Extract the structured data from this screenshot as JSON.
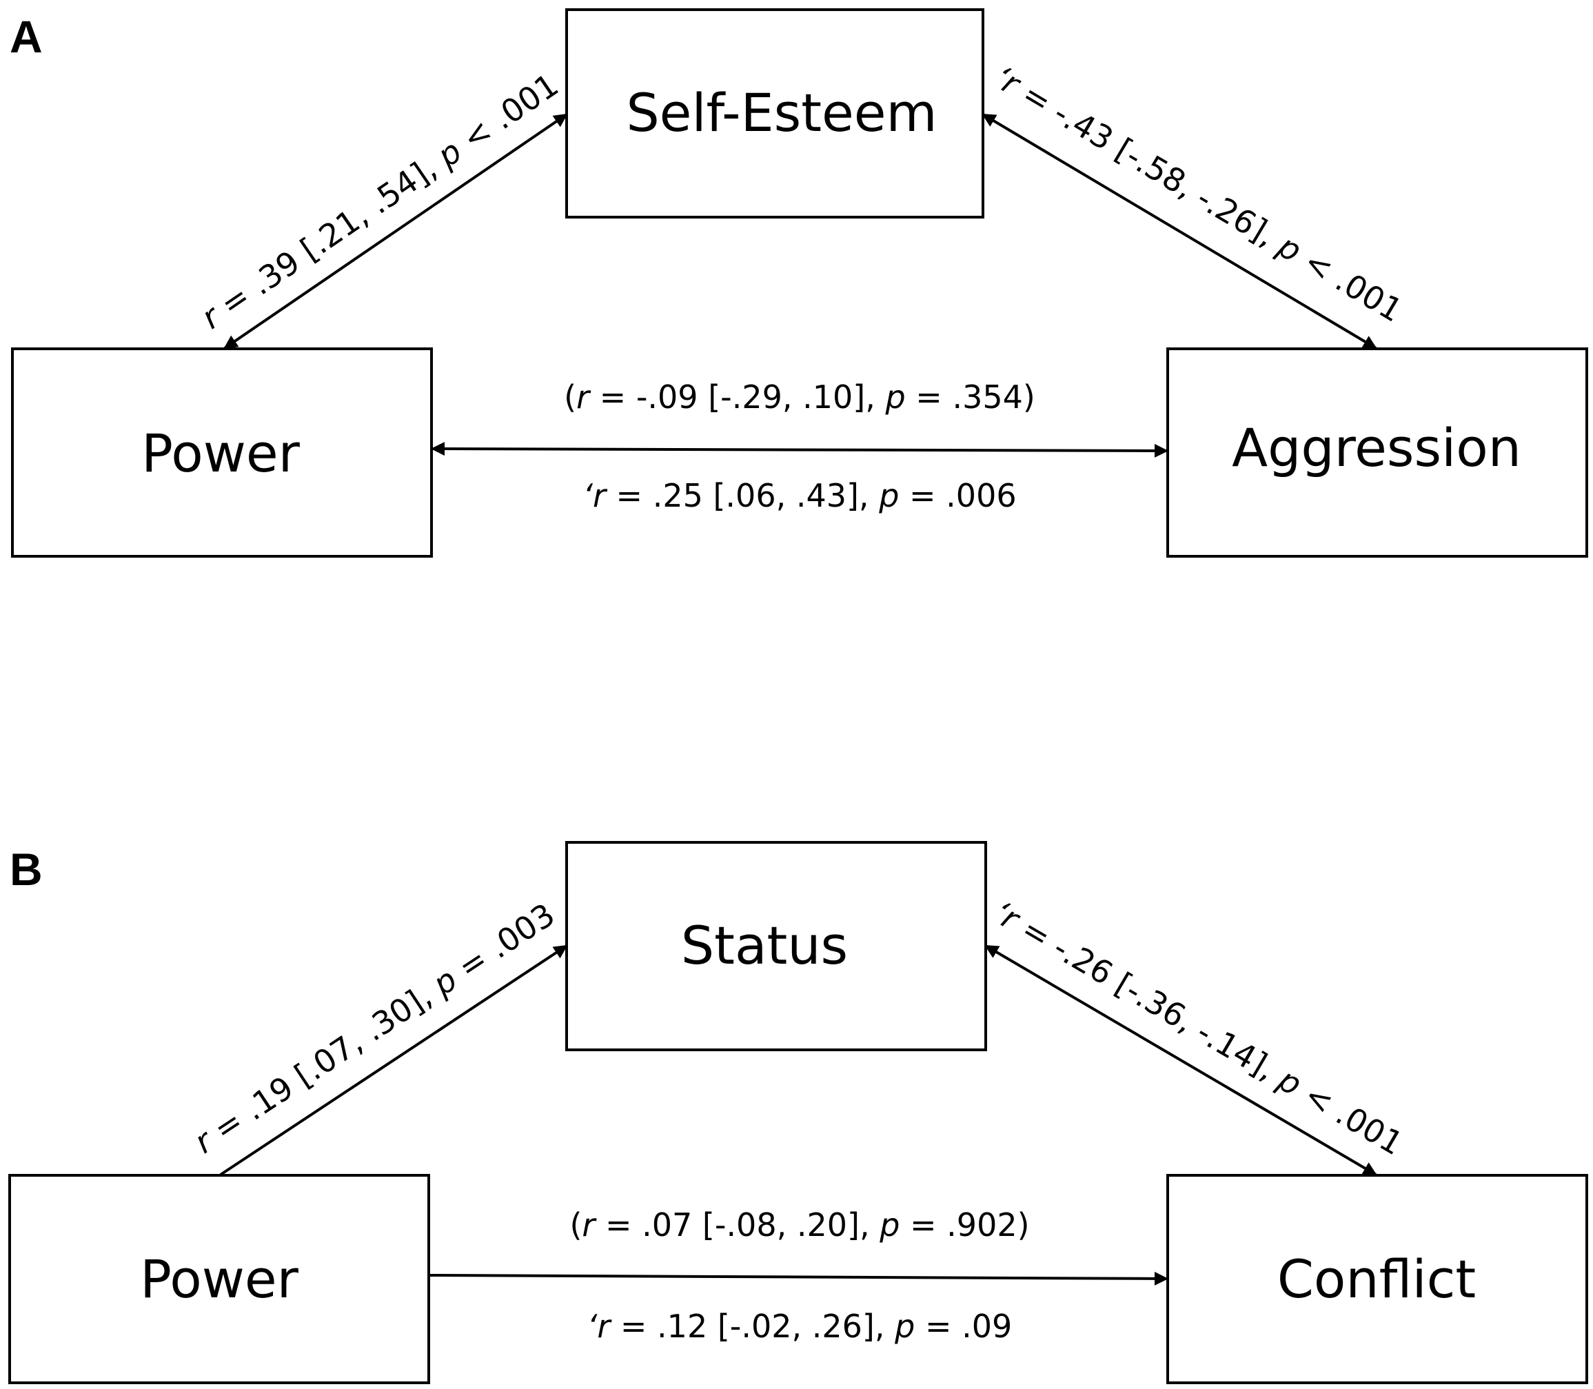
{
  "panels": [
    {
      "letter": "A",
      "nodes": {
        "top": "Self-Esteem",
        "left": "Power",
        "right": "Aggression"
      },
      "edges": {
        "left_top": {
          "label": [
            {
              "t": "r",
              "i": true
            },
            {
              "t": " = .39 [.21, .54], ",
              "i": false
            },
            {
              "t": "p",
              "i": true
            },
            {
              "t": " < .001",
              "i": false
            }
          ]
        },
        "top_right": {
          "label": [
            {
              "t": "‘r",
              "i": true
            },
            {
              "t": " = -.43 [-.58, -.26], ",
              "i": false
            },
            {
              "t": "p",
              "i": true
            },
            {
              "t": " < .001",
              "i": false
            }
          ]
        },
        "direct_upper": {
          "label": [
            {
              "t": "(",
              "i": false
            },
            {
              "t": "r",
              "i": true
            },
            {
              "t": " = -.09 [-.29, .10], ",
              "i": false
            },
            {
              "t": "p",
              "i": true
            },
            {
              "t": " = .354)",
              "i": false
            }
          ]
        },
        "direct_lower": {
          "label": [
            {
              "t": "‘r",
              "i": true
            },
            {
              "t": " = .25 [.06, .43], ",
              "i": false
            },
            {
              "t": "p",
              "i": true
            },
            {
              "t": " = .006",
              "i": false
            }
          ]
        }
      }
    },
    {
      "letter": "B",
      "nodes": {
        "top": "Status",
        "left": "Power",
        "right": "Conflict"
      },
      "edges": {
        "left_top": {
          "label": [
            {
              "t": "r",
              "i": true
            },
            {
              "t": " = .19 [.07, .30], ",
              "i": false
            },
            {
              "t": "p",
              "i": true
            },
            {
              "t": " = .003",
              "i": false
            }
          ]
        },
        "top_right": {
          "label": [
            {
              "t": "‘r",
              "i": true
            },
            {
              "t": " = -.26 [-.36, -.14], ",
              "i": false
            },
            {
              "t": "p",
              "i": true
            },
            {
              "t": " < .001",
              "i": false
            }
          ]
        },
        "direct_upper": {
          "label": [
            {
              "t": "(",
              "i": false
            },
            {
              "t": "r",
              "i": true
            },
            {
              "t": " = .07 [-.08, .20], ",
              "i": false
            },
            {
              "t": "p",
              "i": true
            },
            {
              "t": " = .902)",
              "i": false
            }
          ]
        },
        "direct_lower": {
          "label": [
            {
              "t": "‘r",
              "i": true
            },
            {
              "t": " = .12 [-.02, .26], ",
              "i": false
            },
            {
              "t": "p",
              "i": true
            },
            {
              "t": " = .09",
              "i": false
            }
          ]
        }
      }
    }
  ]
}
